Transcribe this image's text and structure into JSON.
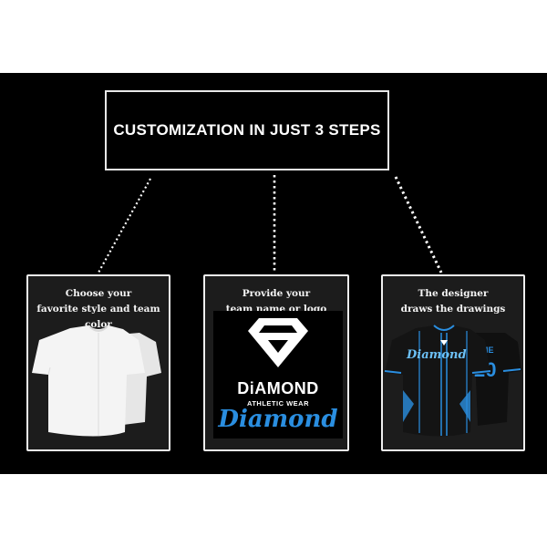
{
  "header": {
    "title": "CUSTOMIZATION IN JUST 3 STEPS"
  },
  "steps": [
    {
      "caption_line1": "Choose your",
      "caption_line2": "favorite style and team color",
      "image": "white-blank-baseball-jersey"
    },
    {
      "caption_line1": "Provide your",
      "caption_line2": "team name or logo",
      "image": "diamond-logo-samples",
      "logo": {
        "wordmark": "DiAMOND",
        "subtitle": "ATHLETIC WEAR",
        "script": "Diamond",
        "script_sub": "ATHLETIC WEAR"
      }
    },
    {
      "caption_line1": "The designer",
      "caption_line2": "draws the drawings",
      "image": "black-blue-custom-jersey",
      "jersey": {
        "front_script": "Diamond",
        "back_name": "NAME",
        "back_number": "20"
      }
    }
  ],
  "colors": {
    "background": "#000000",
    "panel": "#1c1c1c",
    "border": "#f0f0f0",
    "accent_blue": "#2a8ee0"
  }
}
